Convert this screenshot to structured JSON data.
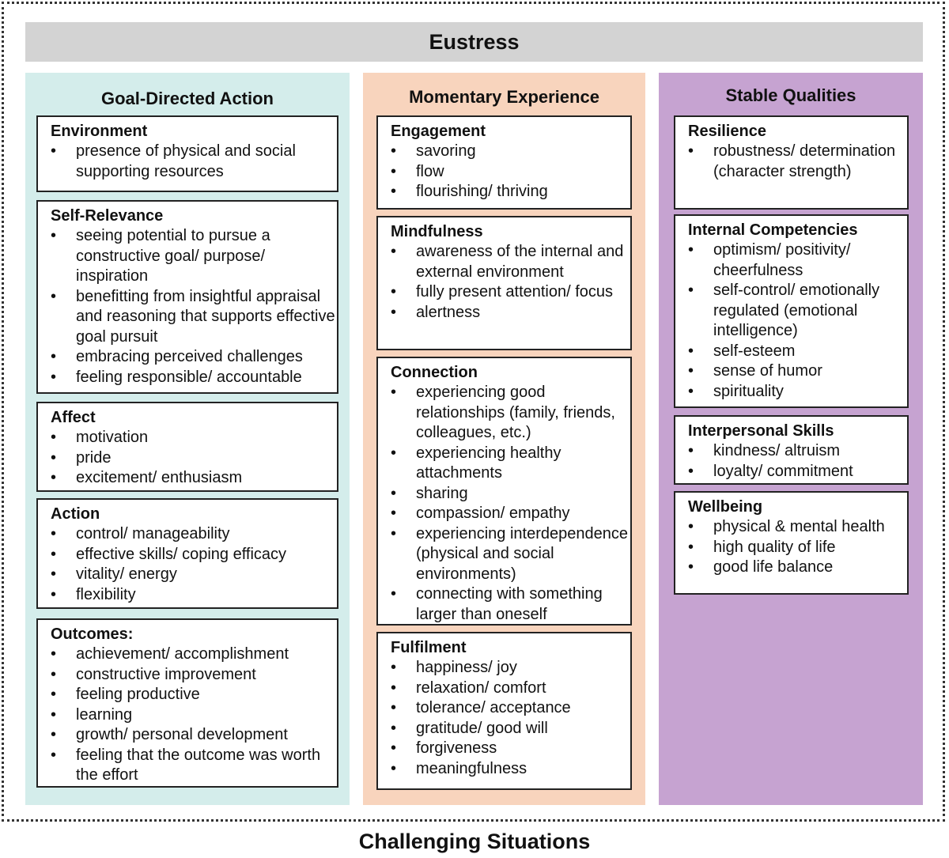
{
  "diagram": {
    "top_label": "Eustress",
    "bottom_label": "Challenging Situations",
    "colors": {
      "banner": "#d3d3d3",
      "goal_column": "#d4edeb",
      "momentary_column": "#f8d4bd",
      "stable_column": "#c6a3d1"
    },
    "columns": [
      {
        "heading": "Goal-Directed Action",
        "boxes": [
          {
            "title": "Environment",
            "items": [
              "presence of physical and social supporting resources"
            ]
          },
          {
            "title": "Self-Relevance",
            "items": [
              "seeing potential to pursue a constructive goal/ purpose/ inspiration",
              "benefitting from insightful appraisal and reasoning that supports effective goal pursuit",
              "embracing perceived challenges",
              "feeling responsible/ accountable"
            ]
          },
          {
            "title": "Affect",
            "items": [
              "motivation",
              "pride",
              "excitement/ enthusiasm"
            ]
          },
          {
            "title": "Action",
            "items": [
              "control/ manageability",
              "effective skills/ coping efficacy",
              "vitality/ energy",
              "flexibility"
            ]
          },
          {
            "title": "Outcomes:",
            "items": [
              "achievement/ accomplishment",
              "constructive improvement",
              "feeling productive",
              "learning",
              "growth/ personal development",
              "feeling that the outcome was worth the effort"
            ]
          }
        ]
      },
      {
        "heading": "Momentary Experience",
        "boxes": [
          {
            "title": "Engagement",
            "items": [
              "savoring",
              "flow",
              "flourishing/ thriving"
            ]
          },
          {
            "title": "Mindfulness",
            "items": [
              "awareness of the internal and external environment",
              "fully present attention/ focus",
              "alertness"
            ]
          },
          {
            "title": "Connection",
            "items": [
              "experiencing good relationships (family, friends, colleagues, etc.)",
              "experiencing healthy attachments",
              "sharing",
              "compassion/ empathy",
              "experiencing interdependence (physical and social environments)",
              "connecting with something larger than oneself"
            ]
          },
          {
            "title": "Fulfilment",
            "items": [
              "happiness/ joy",
              "relaxation/ comfort",
              "tolerance/ acceptance",
              "gratitude/ good will",
              "forgiveness",
              "meaningfulness"
            ]
          }
        ]
      },
      {
        "heading": "Stable Qualities",
        "boxes": [
          {
            "title": "Resilience",
            "items": [
              "robustness/ determination (character strength)"
            ]
          },
          {
            "title": "Internal Competencies",
            "items": [
              "optimism/ positivity/ cheerfulness",
              "self-control/ emotionally regulated (emotional intelligence)",
              "self-esteem",
              "sense of humor",
              "spirituality"
            ]
          },
          {
            "title": "Interpersonal Skills",
            "items": [
              "kindness/ altruism",
              "loyalty/ commitment"
            ]
          },
          {
            "title": "Wellbeing",
            "items": [
              "physical & mental health",
              "high quality of life",
              "good life balance"
            ]
          }
        ]
      }
    ]
  }
}
